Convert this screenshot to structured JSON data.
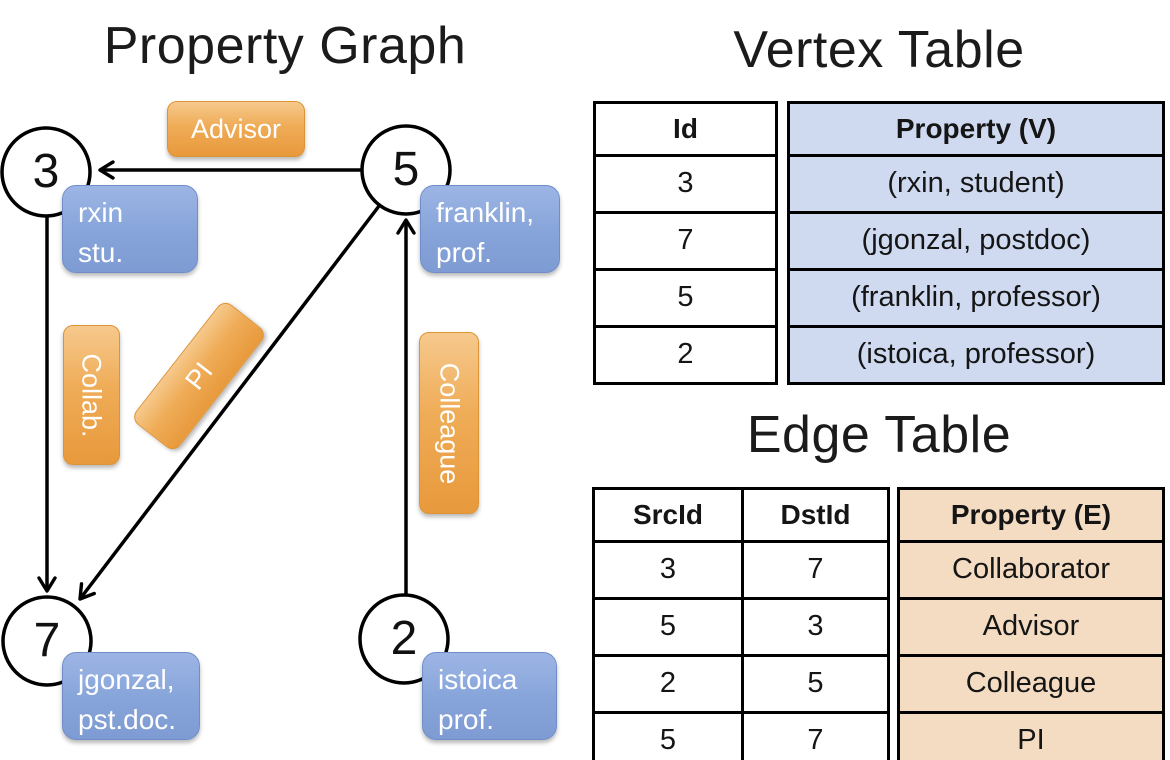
{
  "titles": {
    "graph": "Property Graph",
    "vertex": "Vertex Table",
    "edge": "Edge Table"
  },
  "graph": {
    "nodes": [
      {
        "id": "3",
        "property_lines": [
          "rxin",
          "stu."
        ]
      },
      {
        "id": "5",
        "property_lines": [
          "franklin,",
          "prof."
        ]
      },
      {
        "id": "7",
        "property_lines": [
          "jgonzal,",
          "pst.doc."
        ]
      },
      {
        "id": "2",
        "property_lines": [
          "istoica",
          "prof."
        ]
      }
    ],
    "edge_labels": {
      "advisor": "Advisor",
      "collab": "Collab.",
      "pi": "PI",
      "colleague": "Colleague"
    }
  },
  "vertex_table": {
    "headers": {
      "id": "Id",
      "property": "Property (V)"
    },
    "rows": [
      {
        "id": "3",
        "property": "(rxin, student)"
      },
      {
        "id": "7",
        "property": "(jgonzal, postdoc)"
      },
      {
        "id": "5",
        "property": "(franklin, professor)"
      },
      {
        "id": "2",
        "property": "(istoica, professor)"
      }
    ]
  },
  "edge_table": {
    "headers": {
      "src": "SrcId",
      "dst": "DstId",
      "property": "Property (E)"
    },
    "rows": [
      {
        "src": "3",
        "dst": "7",
        "property": "Collaborator"
      },
      {
        "src": "5",
        "dst": "3",
        "property": "Advisor"
      },
      {
        "src": "2",
        "dst": "5",
        "property": "Colleague"
      },
      {
        "src": "5",
        "dst": "7",
        "property": "PI"
      }
    ]
  },
  "colors": {
    "vertex_table_fill": "#cfdaf0",
    "edge_table_fill": "#f4dcc3",
    "vertex_card_blue": "#86a4d9",
    "edge_pill_orange": "#efac57",
    "stroke": "#000000"
  }
}
